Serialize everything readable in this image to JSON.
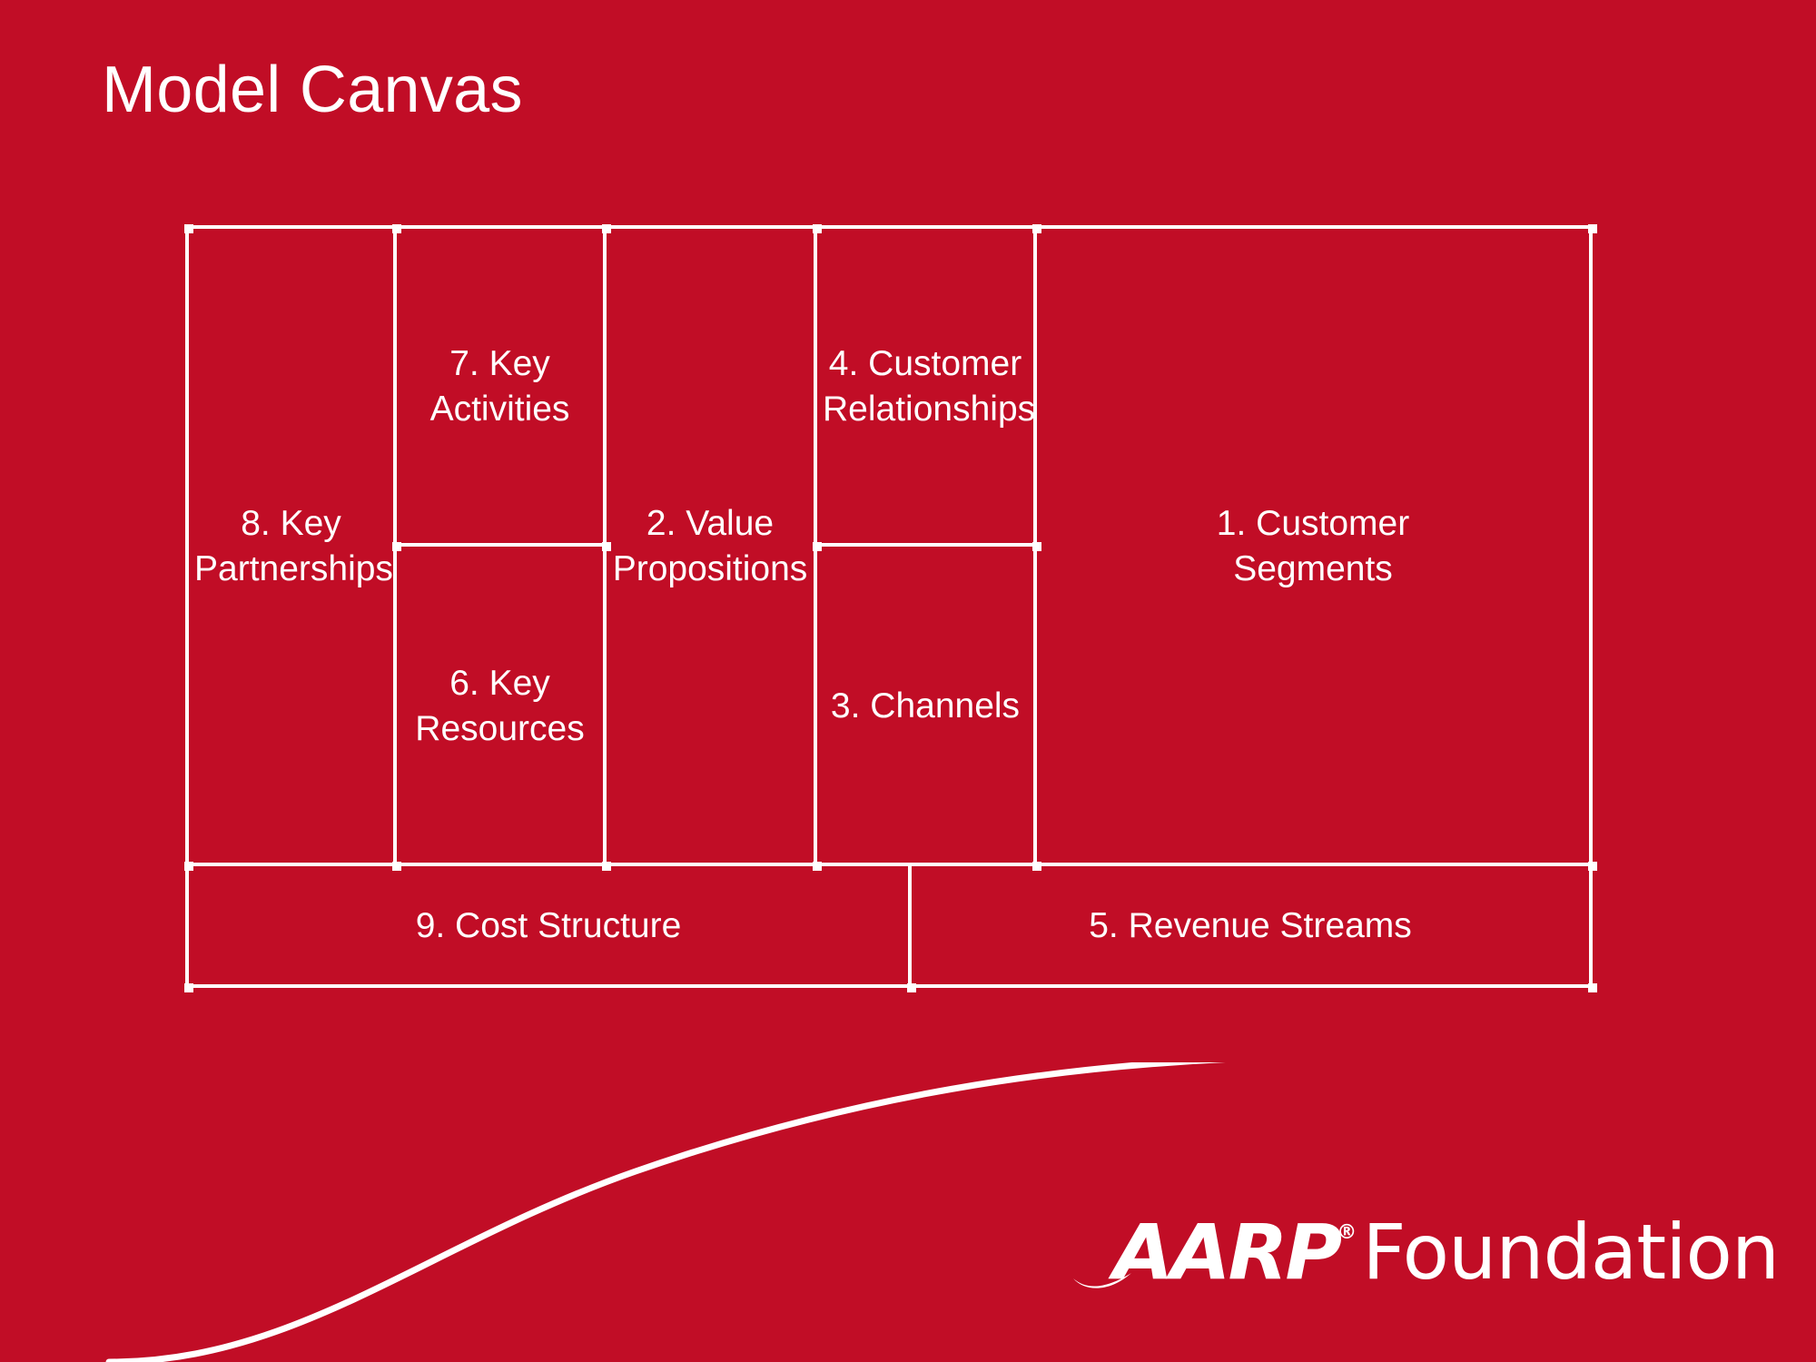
{
  "slide": {
    "title": "Model Canvas",
    "background_color": "#C10D26",
    "line_color": "#FFFFFF",
    "text_color": "#FFFFFF"
  },
  "canvas": {
    "blocks": [
      {
        "id": "key-partnerships",
        "number": "8.",
        "name": "Key Partnerships",
        "label": "8. Key\nPartnerships"
      },
      {
        "id": "key-activities",
        "number": "7.",
        "name": "Key Activities",
        "label": "7. Key\nActivities"
      },
      {
        "id": "key-resources",
        "number": "6.",
        "name": "Key Resources",
        "label": "6. Key\nResources"
      },
      {
        "id": "value-propositions",
        "number": "2.",
        "name": "Value Propositions",
        "label": "2. Value\nPropositions"
      },
      {
        "id": "customer-relationships",
        "number": "4.",
        "name": "Customer Relationships",
        "label": "4. Customer\nRelationships"
      },
      {
        "id": "channels",
        "number": "3.",
        "name": "Channels",
        "label": "3. Channels"
      },
      {
        "id": "customer-segments",
        "number": "1.",
        "name": "Customer Segments",
        "label": "1. Customer\nSegments"
      },
      {
        "id": "cost-structure",
        "number": "9.",
        "name": "Cost Structure",
        "label": "9. Cost Structure"
      },
      {
        "id": "revenue-streams",
        "number": "5.",
        "name": "Revenue Streams",
        "label": "5. Revenue Streams"
      }
    ]
  },
  "logo": {
    "brand": "AARP",
    "registered_mark": "®",
    "suffix": "Foundation"
  }
}
